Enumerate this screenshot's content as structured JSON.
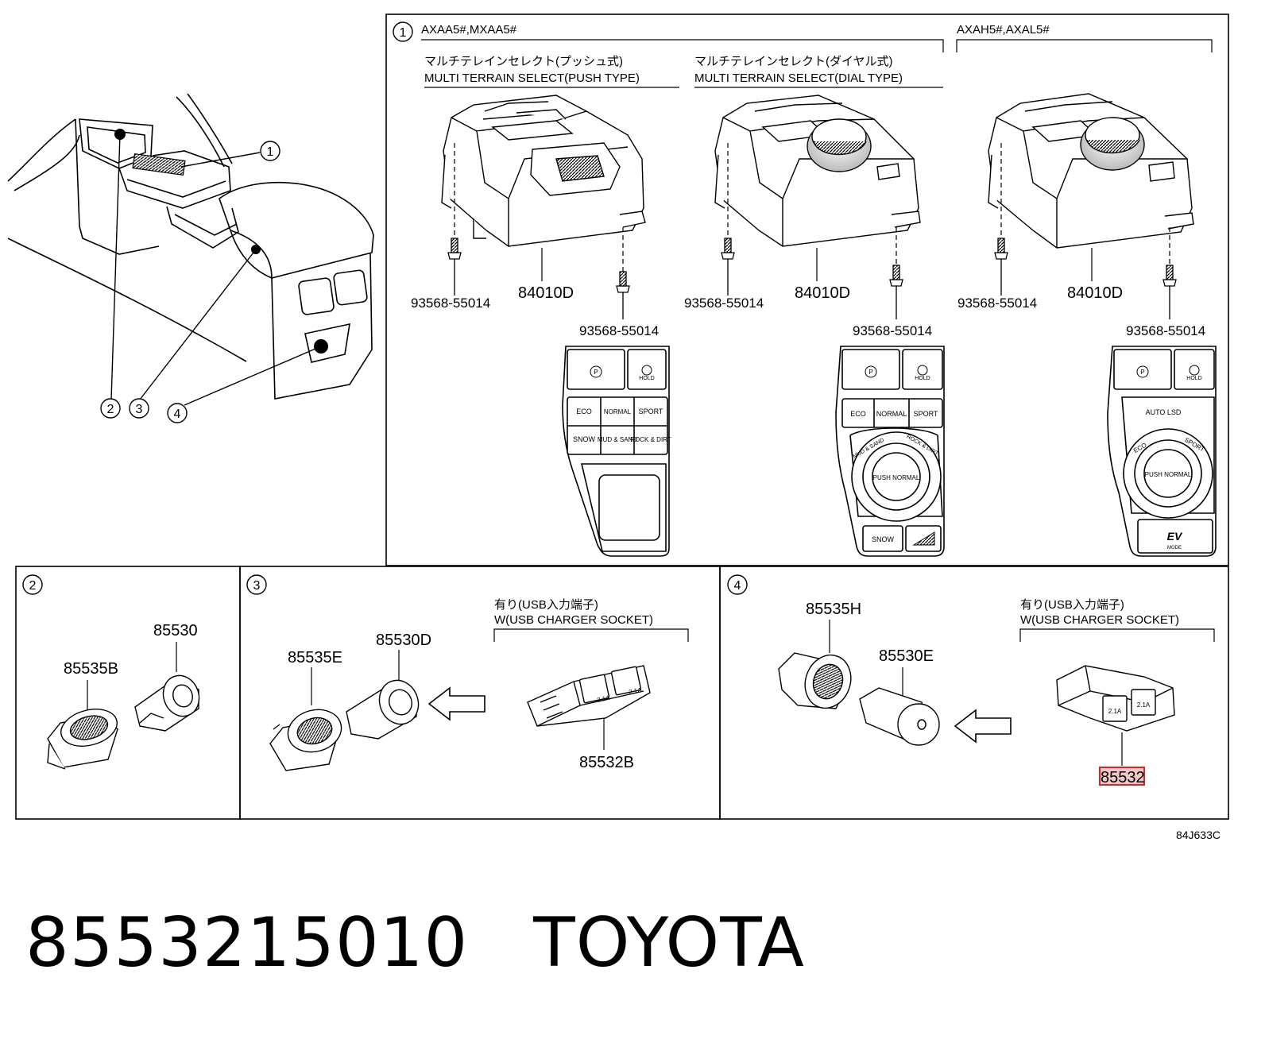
{
  "overview": {
    "callouts": [
      "1",
      "2",
      "3",
      "4"
    ]
  },
  "panel1": {
    "index": "1",
    "group_left": "AXAA5#,MXAA5#",
    "group_right": "AXAH5#,AXAL5#",
    "unit_a": {
      "title_jp": "マルチテレインセレクト(プッシュ式)",
      "title_en": "MULTI TERRAIN SELECT(PUSH TYPE)",
      "part": "84010D",
      "bolt_a": "93568-55014",
      "bolt_b": "93568-55014",
      "buttons": [
        "ECO",
        "NORMAL",
        "SPORT",
        "SNOW",
        "MUD & SAND",
        "ROCK & DIRT"
      ]
    },
    "unit_b": {
      "title_jp": "マルチテレインセレクト(ダイヤル式)",
      "title_en": "MULTI TERRAIN SELECT(DIAL TYPE)",
      "part": "84010D",
      "bolt_a": "93568-55014",
      "bolt_b": "93568-55014",
      "buttons": [
        "ECO",
        "NORMAL",
        "SPORT",
        "MUD & SAND",
        "ROCK & DIRT",
        "PUSH NORMAL",
        "SNOW"
      ]
    },
    "unit_c": {
      "part": "84010D",
      "bolt_a": "93568-55014",
      "bolt_b": "93568-55014",
      "buttons": [
        "AUTO LSD",
        "ECO",
        "SPORT",
        "PUSH NORMAL",
        "EV",
        "MODE"
      ]
    },
    "hold_label": "HOLD"
  },
  "panel2": {
    "index": "2",
    "part_socket": "85535B",
    "part_plug": "85530"
  },
  "panel3": {
    "index": "3",
    "option_jp": "有り(USB入力端子)",
    "option_en": "W(USB CHARGER SOCKET)",
    "part_socket": "85535E",
    "part_plug": "85530D",
    "part_usb": "85532B",
    "usb_rating": "2.1A"
  },
  "panel4": {
    "index": "4",
    "option_jp": "有り(USB入力端子)",
    "option_en": "W(USB CHARGER SOCKET)",
    "part_socket": "85535H",
    "part_plug": "85530E",
    "part_usb": "85532",
    "usb_rating": "2.1A"
  },
  "diagram_code": "84J633C",
  "caption": {
    "part_number": "8553215010",
    "brand": "TOYOTA"
  },
  "colors": {
    "ink": "#000000",
    "highlight_fill": "#f1c6c6",
    "highlight_stroke": "#d0282e"
  }
}
